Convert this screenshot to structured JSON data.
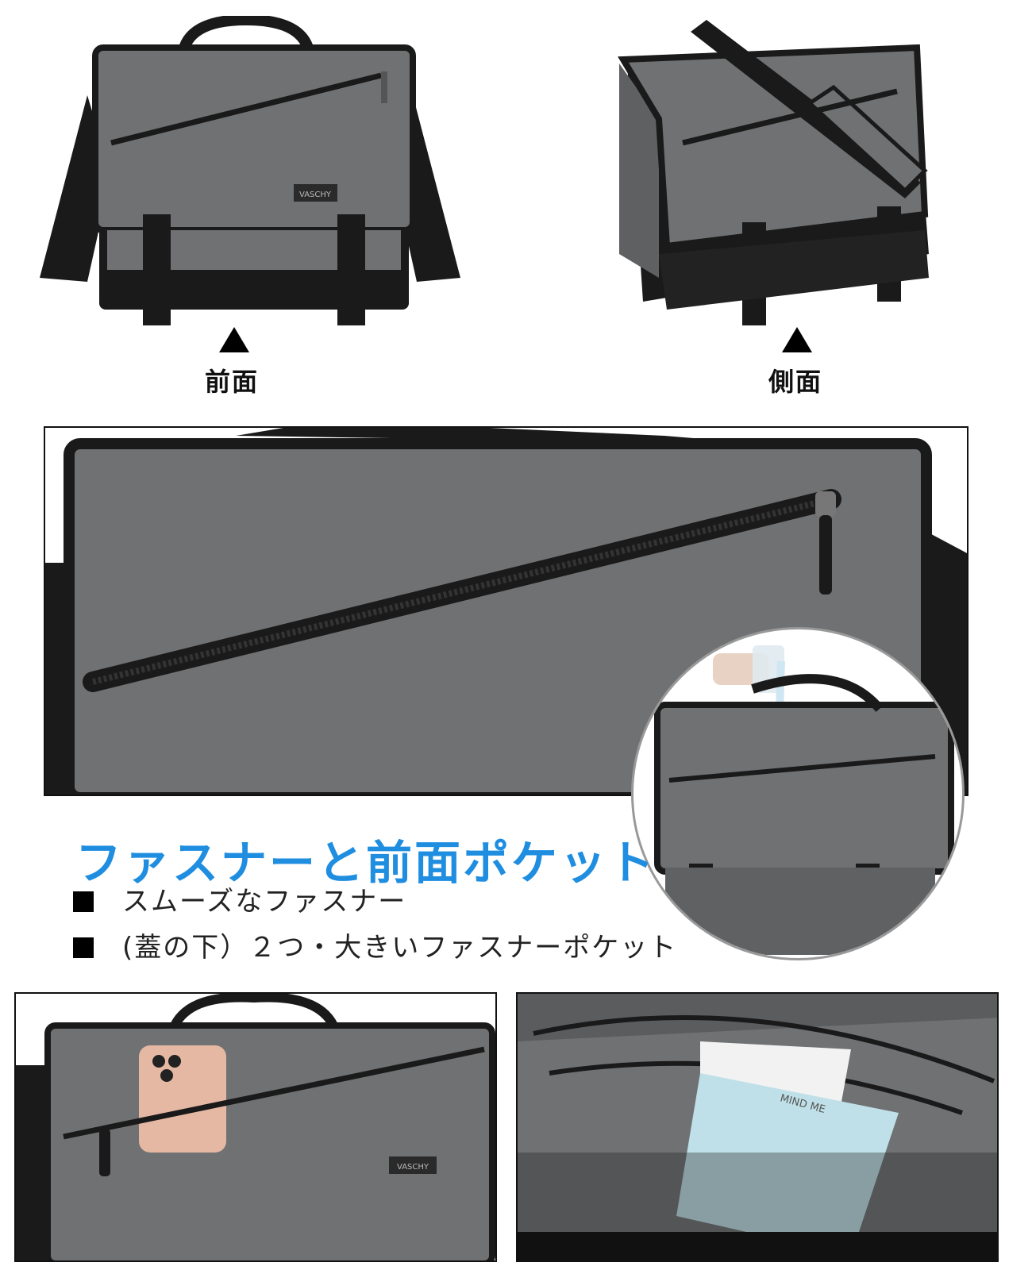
{
  "colors": {
    "fabric": "#6f7173",
    "trim": "#1a1a1a",
    "accent": "#1f8ee0",
    "water": "#cfe6f3"
  },
  "top": {
    "front_label": "前面",
    "side_label": "側面",
    "arrow_icon": "triangle-up-icon"
  },
  "logo_text": "VASCHY",
  "feature": {
    "headline": "ファスナーと前面ポケット",
    "bullets": [
      "スムーズなファスナー",
      "(蓋の下）２つ・大きいファスナーポケット"
    ]
  },
  "notebook_text": "MIND ME"
}
